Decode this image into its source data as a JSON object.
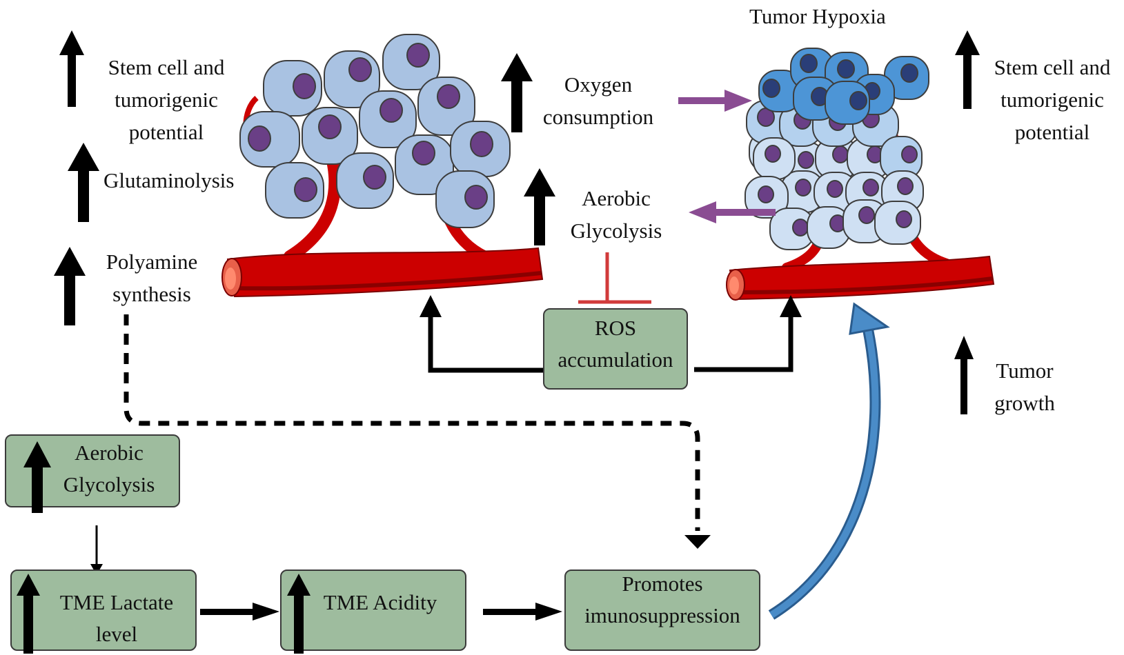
{
  "labels": {
    "tumor_hypoxia": "Tumor Hypoxia",
    "stem_left_1": "Stem cell and",
    "stem_left_2": "tumorigenic",
    "stem_left_3": "potential",
    "glutaminolysis": "Glutaminolysis",
    "polyamine_1": "Polyamine",
    "polyamine_2": "synthesis",
    "oxygen_1": "Oxygen",
    "oxygen_2": "consumption",
    "aerobic_top_1": "Aerobic",
    "aerobic_top_2": "Glycolysis",
    "stem_right_1": "Stem cell and",
    "stem_right_2": "tumorigenic",
    "stem_right_3": "potential",
    "tumor_growth_1": "Tumor",
    "tumor_growth_2": "growth"
  },
  "boxes": {
    "ros_1": "ROS",
    "ros_2": "accumulation",
    "aerobic_1": "Aerobic",
    "aerobic_2": "Glycolysis",
    "lactate_1": "TME Lactate",
    "lactate_2": "level",
    "acidity": "TME Acidity",
    "immuno_1": "Promotes",
    "immuno_2": "imunosuppression"
  },
  "colors": {
    "box_fill": "#9ebc9e",
    "vessel": "#cc0000",
    "normoxic_cell": "#a9c2e2",
    "hypoxic_cell_dark": "#4d95d6",
    "hypoxic_cell_light": "#cfe0f3",
    "nucleus": "#6a3f86",
    "purple_arrow": "#8a4c92",
    "blue_arrow": "#4a8cc8",
    "inhibit": "#d13b3b"
  }
}
